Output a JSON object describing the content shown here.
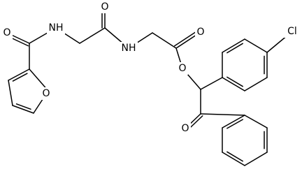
{
  "molecule": {
    "atoms": [
      {
        "id": "o_carbonyl_left",
        "label": "O"
      },
      {
        "id": "nh_left",
        "label": "NH"
      },
      {
        "id": "o_carbonyl_mid",
        "label": "O"
      },
      {
        "id": "nh_mid",
        "label": "NH"
      },
      {
        "id": "o_carbonyl_right",
        "label": "O"
      },
      {
        "id": "o_ester",
        "label": "O"
      },
      {
        "id": "cl",
        "label": "Cl"
      },
      {
        "id": "o_furan",
        "label": "O"
      },
      {
        "id": "o_ketone",
        "label": "O"
      }
    ]
  },
  "colors": {
    "bond": "#000000",
    "background": "#ffffff"
  }
}
